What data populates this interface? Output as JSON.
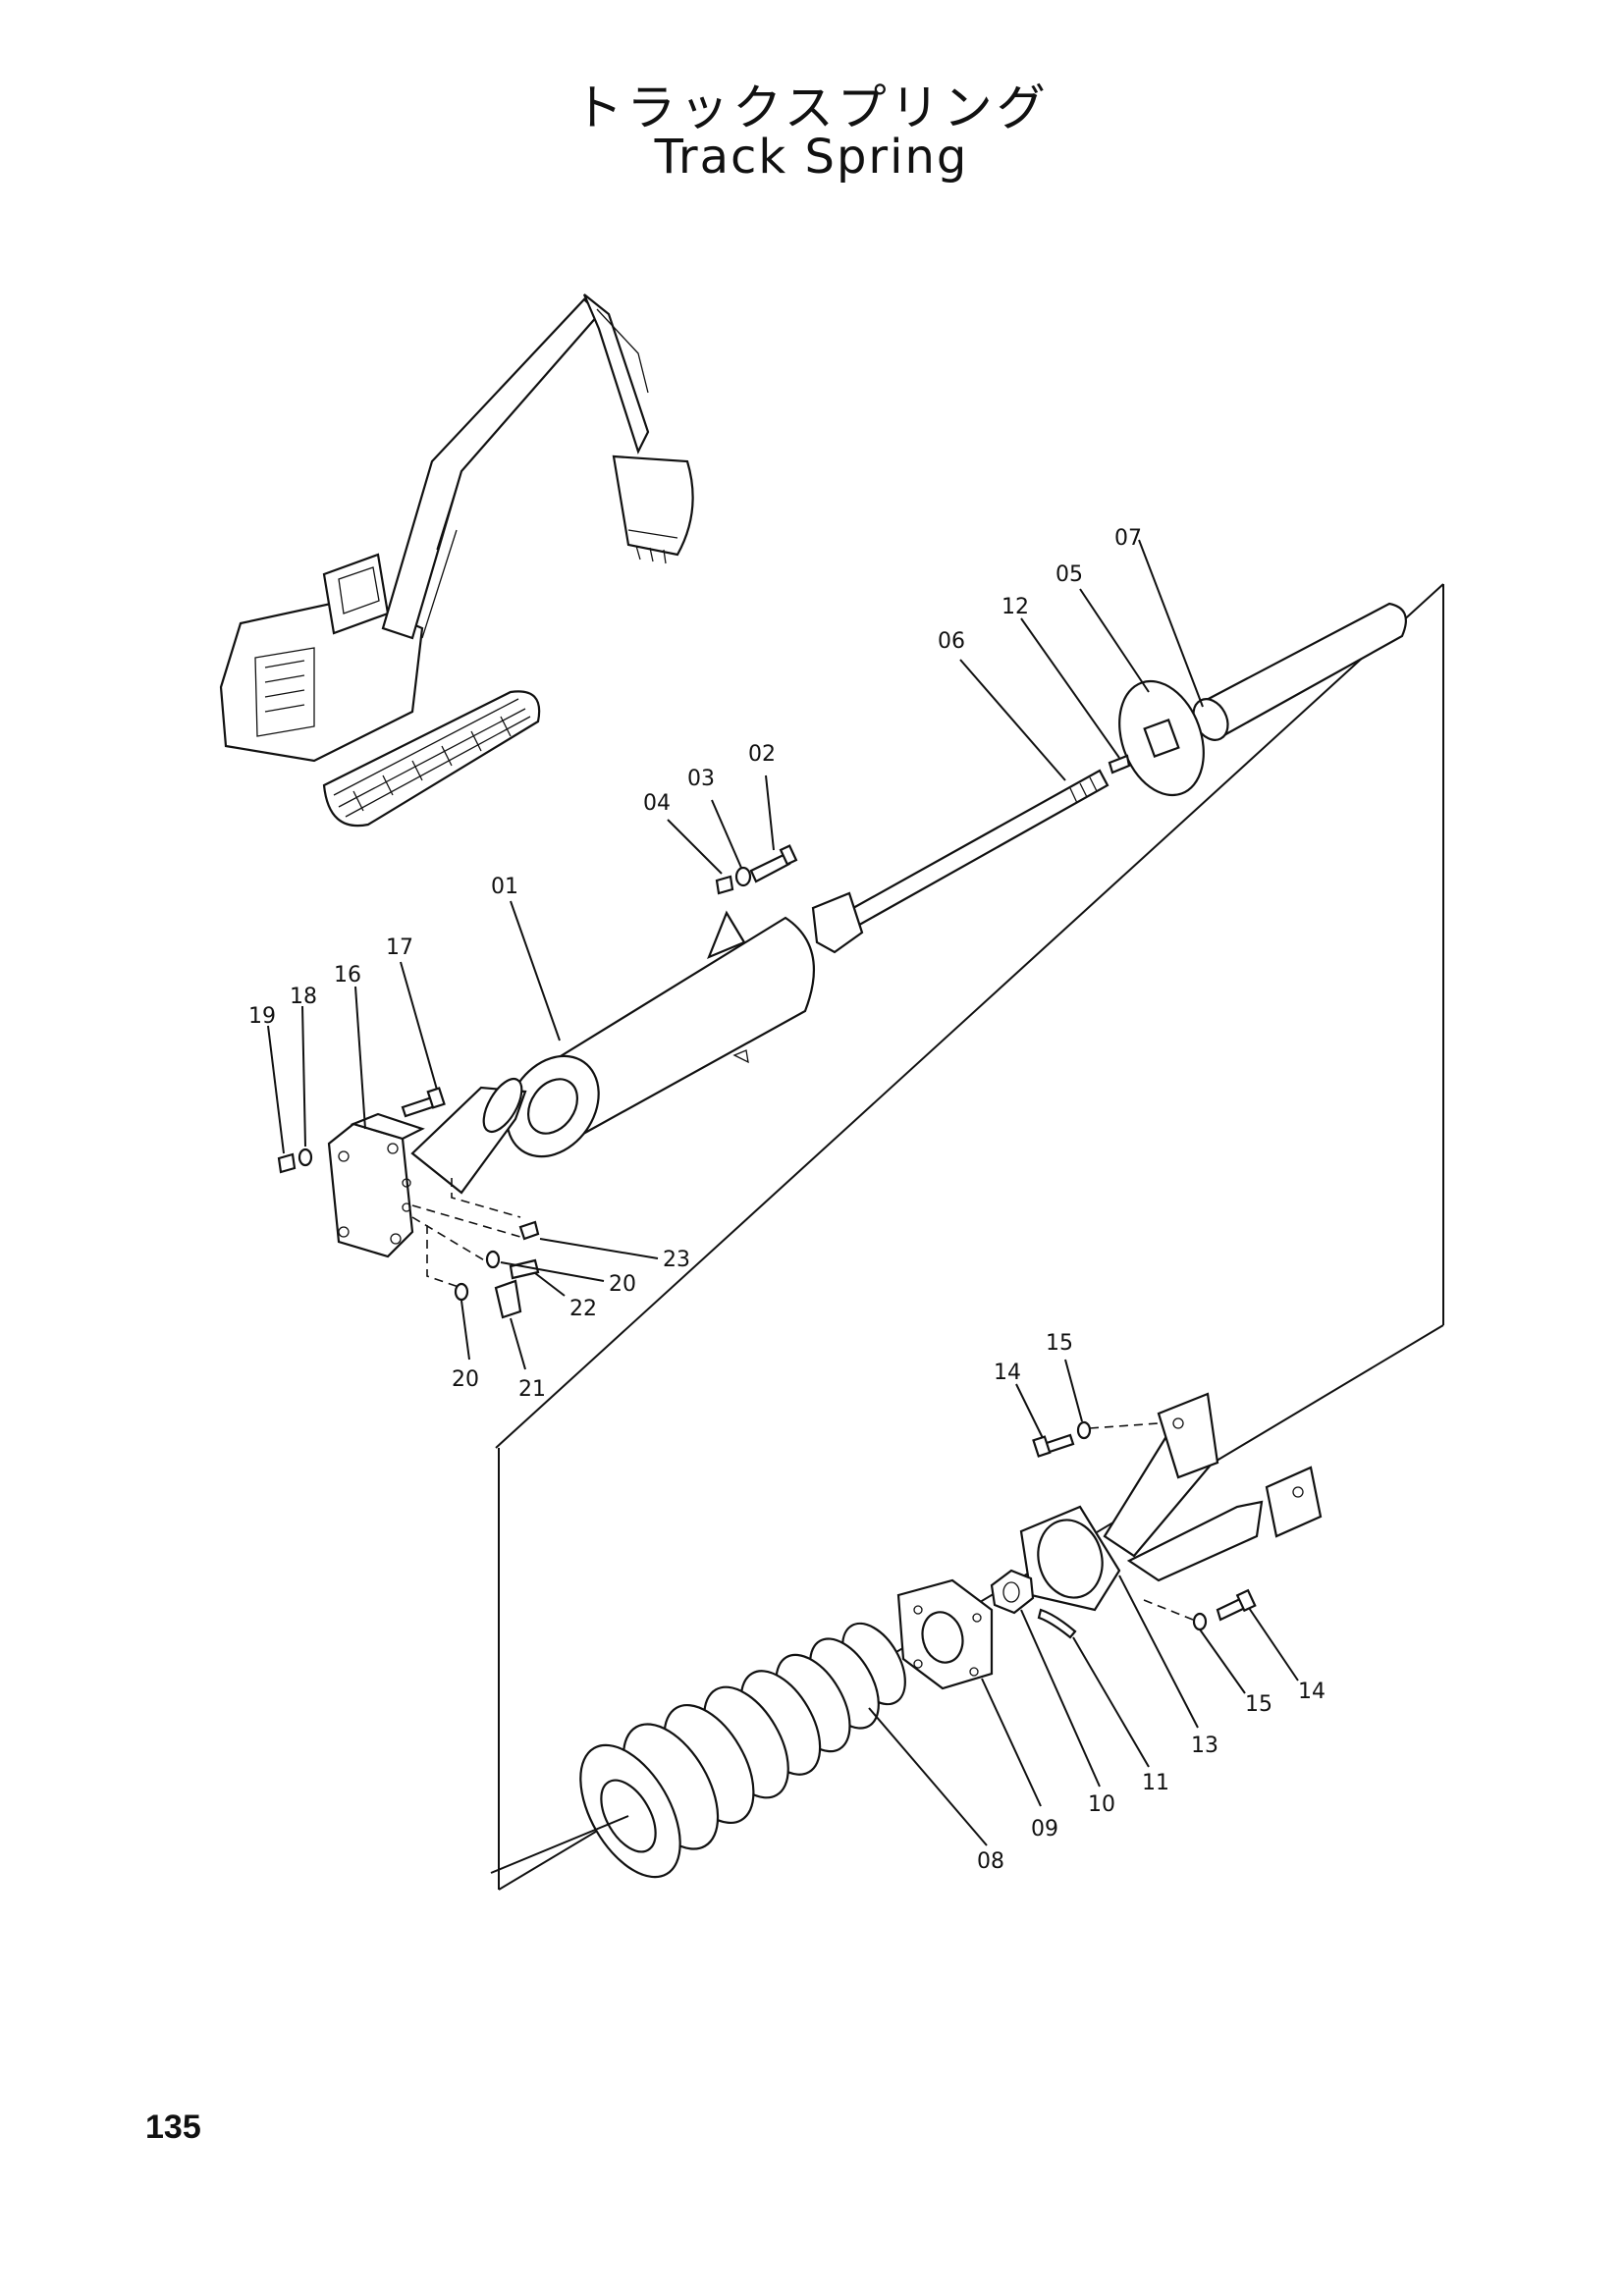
{
  "title": {
    "japanese": "トラックスプリング",
    "english": "Track Spring"
  },
  "page_number": "135",
  "callouts": {
    "c01": "01",
    "c02": "02",
    "c03": "03",
    "c04": "04",
    "c05": "05",
    "c06": "06",
    "c07": "07",
    "c08": "08",
    "c09": "09",
    "c10": "10",
    "c11": "11",
    "c12": "12",
    "c13": "13",
    "c14a": "14",
    "c14b": "14",
    "c15a": "15",
    "c15b": "15",
    "c16": "16",
    "c17": "17",
    "c18": "18",
    "c19": "19",
    "c20a": "20",
    "c20b": "20",
    "c21": "21",
    "c22": "22",
    "c23": "23"
  }
}
